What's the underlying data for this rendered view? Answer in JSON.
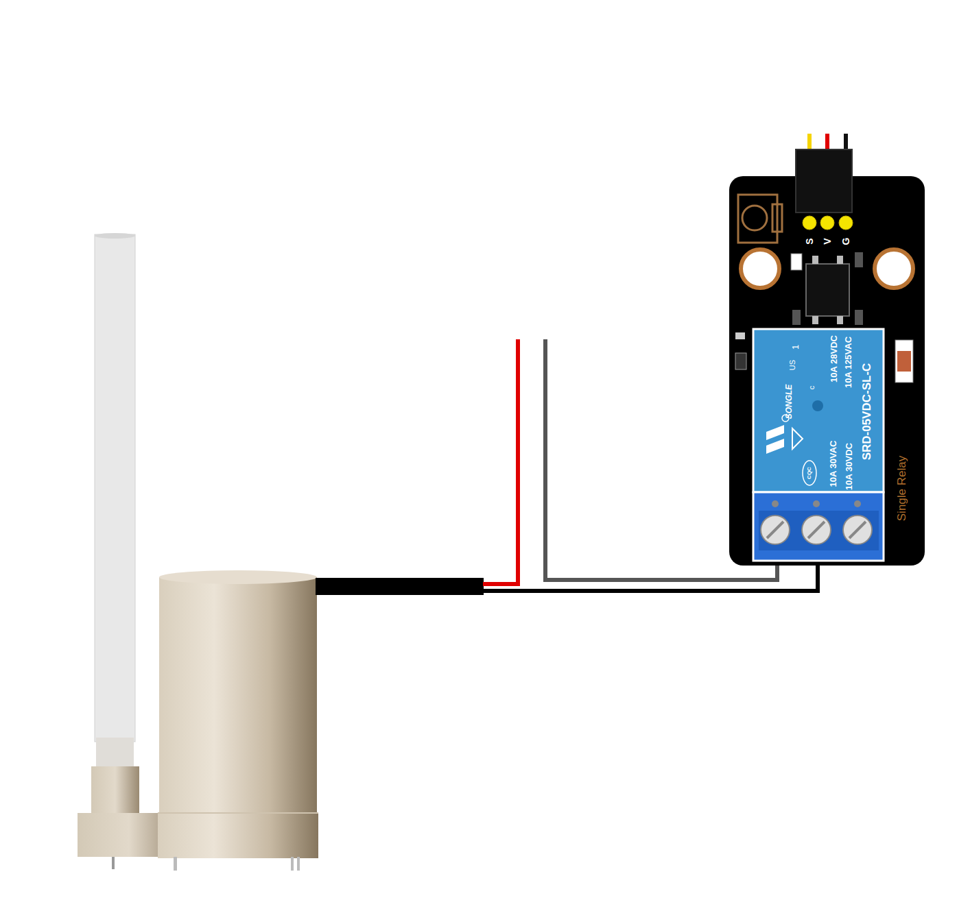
{
  "diagram": {
    "labels": [
      "S",
      "V",
      "G",
      "1",
      "US",
      "c",
      "SONGLE",
      "CQC",
      "10A 28VDC",
      "10A 30VAC",
      "10A 125VAC",
      "10A 30VDC",
      "SRD-05VDC-SL-C",
      "Single Relay"
    ]
  }
}
